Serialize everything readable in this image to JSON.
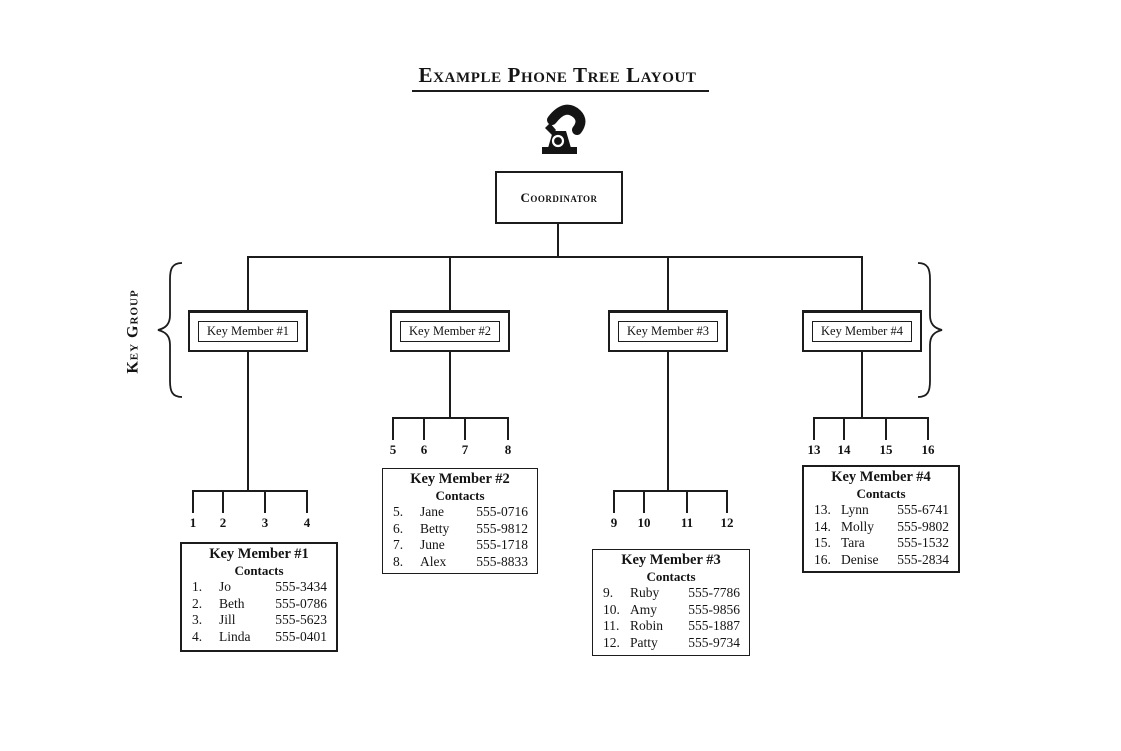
{
  "title": "Example Phone Tree Layout",
  "coordinator_label": "Coordinator",
  "key_group_label": "Key Group",
  "icons": {
    "phone": "telephone"
  },
  "members": [
    {
      "box_label": "Key Member #1",
      "branch_numbers": [
        "1",
        "2",
        "3",
        "4"
      ],
      "contacts_title": "Key Member #1",
      "contacts_subtitle": "Contacts",
      "contacts": [
        {
          "num": "1.",
          "name": "Jo",
          "phone": "555-3434"
        },
        {
          "num": "2.",
          "name": "Beth",
          "phone": "555-0786"
        },
        {
          "num": "3.",
          "name": "Jill",
          "phone": "555-5623"
        },
        {
          "num": "4.",
          "name": "Linda",
          "phone": "555-0401"
        }
      ]
    },
    {
      "box_label": "Key Member #2",
      "branch_numbers": [
        "5",
        "6",
        "7",
        "8"
      ],
      "contacts_title": "Key Member #2",
      "contacts_subtitle": "Contacts",
      "contacts": [
        {
          "num": "5.",
          "name": "Jane",
          "phone": "555-0716"
        },
        {
          "num": "6.",
          "name": "Betty",
          "phone": "555-9812"
        },
        {
          "num": "7.",
          "name": "June",
          "phone": "555-1718"
        },
        {
          "num": "8.",
          "name": "Alex",
          "phone": "555-8833"
        }
      ]
    },
    {
      "box_label": "Key Member #3",
      "branch_numbers": [
        "9",
        "10",
        "11",
        "12"
      ],
      "contacts_title": "Key Member #3",
      "contacts_subtitle": "Contacts",
      "contacts": [
        {
          "num": "9.",
          "name": "Ruby",
          "phone": "555-7786"
        },
        {
          "num": "10.",
          "name": "Amy",
          "phone": "555-9856"
        },
        {
          "num": "11.",
          "name": "Robin",
          "phone": "555-1887"
        },
        {
          "num": "12.",
          "name": "Patty",
          "phone": "555-9734"
        }
      ]
    },
    {
      "box_label": "Key Member #4",
      "branch_numbers": [
        "13",
        "14",
        "15",
        "16"
      ],
      "contacts_title": "Key Member #4",
      "contacts_subtitle": "Contacts",
      "contacts": [
        {
          "num": "13.",
          "name": "Lynn",
          "phone": "555-6741"
        },
        {
          "num": "14.",
          "name": "Molly",
          "phone": "555-9802"
        },
        {
          "num": "15.",
          "name": "Tara",
          "phone": "555-1532"
        },
        {
          "num": "16.",
          "name": "Denise",
          "phone": "555-2834"
        }
      ]
    }
  ]
}
